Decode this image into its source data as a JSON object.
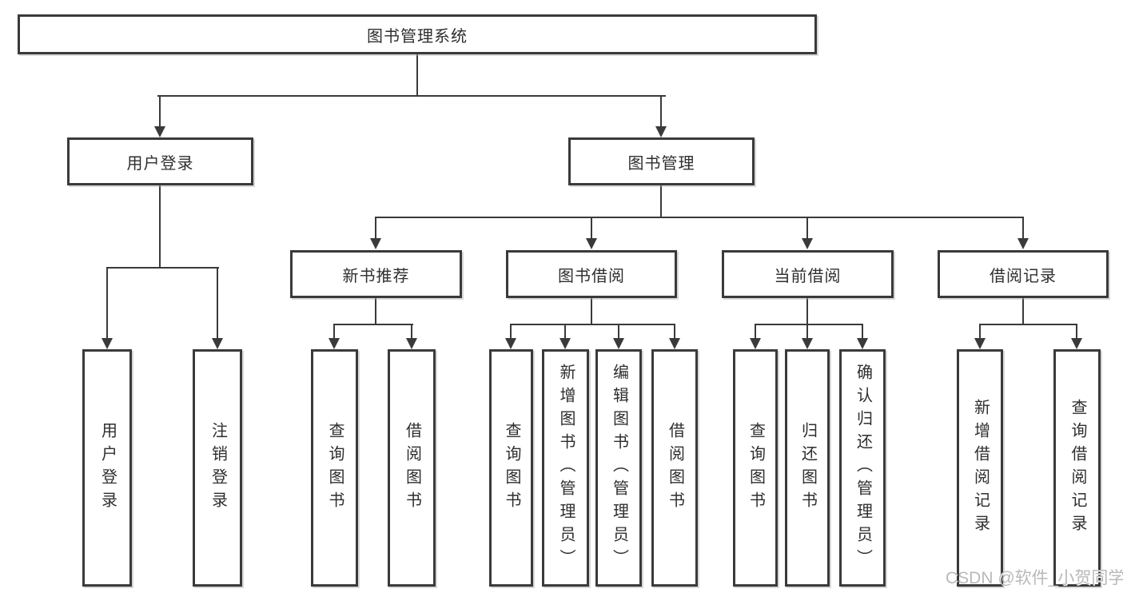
{
  "diagram": {
    "root": {
      "label": "图书管理系统"
    },
    "level2": [
      {
        "id": "user-login",
        "label": "用户登录"
      },
      {
        "id": "book-management",
        "label": "图书管理"
      }
    ],
    "level3": [
      {
        "id": "new-book-recommend",
        "label": "新书推荐"
      },
      {
        "id": "book-borrowing",
        "label": "图书借阅"
      },
      {
        "id": "current-borrowing",
        "label": "当前借阅"
      },
      {
        "id": "borrowing-records",
        "label": "借阅记录"
      }
    ],
    "leaves": {
      "user_login": [
        {
          "label": "用户登录"
        },
        {
          "label": "注销登录"
        }
      ],
      "new_book_recommend": [
        {
          "label": "查询图书"
        },
        {
          "label": "借阅图书"
        }
      ],
      "book_borrowing": [
        {
          "label": "查询图书"
        },
        {
          "label": "新增图书（管理员）"
        },
        {
          "label": "编辑图书（管理员）"
        },
        {
          "label": "借阅图书"
        }
      ],
      "current_borrowing": [
        {
          "label": "查询图书"
        },
        {
          "label": "归还图书"
        },
        {
          "label": "确认归还（管理员）"
        }
      ],
      "borrowing_records": [
        {
          "label": "新增借阅记录"
        },
        {
          "label": "查询借阅记录"
        }
      ]
    },
    "watermark": "CSDN @软件_小贺同学",
    "colors": {
      "line": "#3a3a3a",
      "text": "#2e2e2e",
      "watermark": "#b9b9b9",
      "background": "#ffffff"
    }
  }
}
